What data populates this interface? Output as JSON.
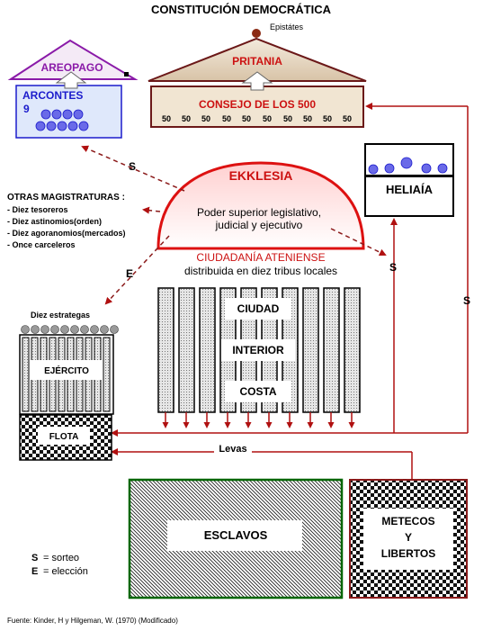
{
  "title": "CONSTITUCIÓN DEMOCRÁTICA",
  "epistates": "Epistátes",
  "areopago": {
    "label": "AREOPAGO",
    "arcontes": "ARCONTES",
    "arcontes_count": "9"
  },
  "pritania": {
    "label": "PRITANIA",
    "consejo": "CONSEJO DE LOS 500",
    "tribe_members": [
      "50",
      "50",
      "50",
      "50",
      "50",
      "50",
      "50",
      "50",
      "50",
      "50"
    ]
  },
  "heliaia": {
    "label": "HELIAÍA"
  },
  "ekklesia": {
    "label": "EKKLESIA",
    "desc_line1": "Poder superior legislativo,",
    "desc_line2": "judicial y ejecutivo"
  },
  "ciudadania": {
    "label": "CIUDADANÍA ATENIENSE",
    "sub": "distribuida en diez tribus locales",
    "zones": [
      "CIUDAD",
      "INTERIOR",
      "COSTA"
    ]
  },
  "magistraturas": {
    "title": "OTRAS MAGISTRATURAS :",
    "items": [
      "- Diez tesoreros",
      "- Diez astinomios(orden)",
      "- Diez agoranomios(mercados)",
      "- Once carceleros"
    ]
  },
  "estrategas": {
    "label": "Diez estrategas",
    "ejercito": "EJÉRCITO",
    "flota": "FLOTA"
  },
  "arrow_labels": {
    "s_left": "S",
    "e_left": "E",
    "s_right": "S",
    "s_far": "S",
    "levas": "Levas"
  },
  "esclavos": "ESCLAVOS",
  "metecos": {
    "line1": "METECOS",
    "line2": "Y",
    "line3": "LIBERTOS"
  },
  "legend": {
    "s": "S",
    "s_text": "= sorteo",
    "e": "E",
    "e_text": "= elección"
  },
  "source": "Fuente: Kinder, H y Hilgeman, W. (1970) (Modificado)",
  "colors": {
    "red": "#cc1111",
    "brown": "#6b1818",
    "purple": "#8a1aa8",
    "blue": "#1c1ccc",
    "arrow_red": "#b01010"
  }
}
